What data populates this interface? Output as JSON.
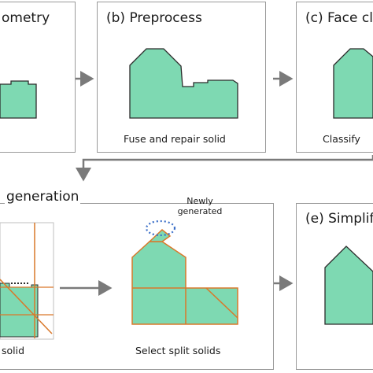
{
  "panels": {
    "a": {
      "title_fragment": "ometry"
    },
    "b": {
      "title": "(b) Preprocess",
      "caption": "Fuse and repair solid"
    },
    "c": {
      "title_fragment": "(c) Face cla",
      "caption_fragment": "Classify"
    },
    "d": {
      "title_fragment": "generation",
      "caption_fragment": "solid",
      "right_caption": "Select split solids",
      "annotation_line1": "Newly",
      "annotation_line2": "generated"
    },
    "e": {
      "title_fragment": "(e) Simplif"
    }
  },
  "colors": {
    "solid_fill": "#7ed9b2",
    "solid_stroke": "#2b2b2b",
    "split_stroke": "#d9782a",
    "arrow": "#7a7a7a",
    "dotted_highlight": "#3a6ec8",
    "panel_border": "#9a9a9a"
  }
}
